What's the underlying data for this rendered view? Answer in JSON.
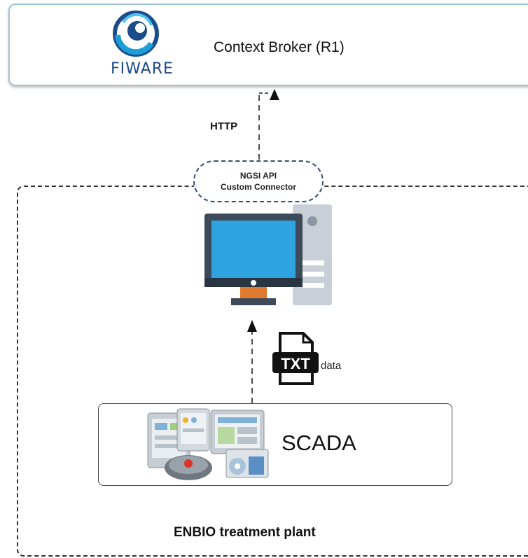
{
  "broker": {
    "title": "Context Broker (R1)",
    "logo_text": "FIWARE"
  },
  "protocol_label": "HTTP",
  "api": {
    "line1": "NGSI API",
    "line2": "Custom Connector"
  },
  "file": {
    "badge": "TXT",
    "label": "data"
  },
  "scada": {
    "title": "SCADA"
  },
  "plant": {
    "title": "ENBIO treatment plant"
  },
  "colors": {
    "broker_border": "#9fc3d7",
    "fiware_blue": "#1c4c8a",
    "monitor_dark": "#3d4a5a",
    "screen_blue": "#2ea3e0",
    "stand_orange": "#e07a2e",
    "tower_gray": "#c9cfd6"
  },
  "icons": [
    "fiware-logo",
    "computer-icon",
    "txt-file-icon",
    "scada-devices-image"
  ]
}
